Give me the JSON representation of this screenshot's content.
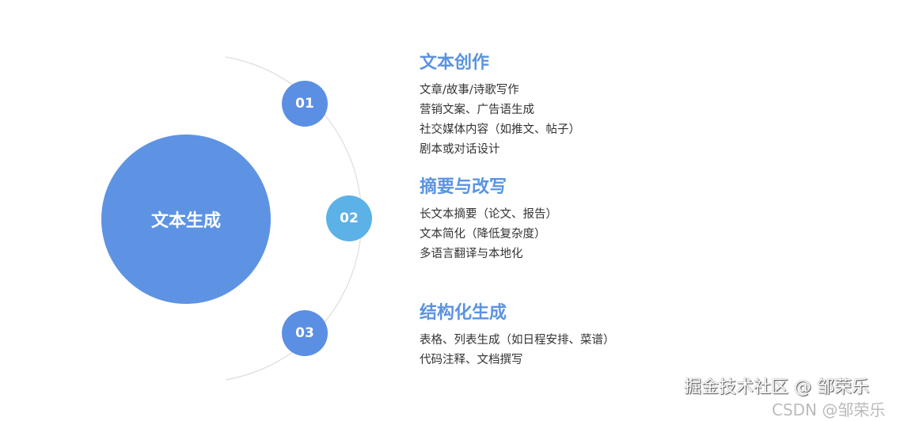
{
  "center": {
    "label": "文本生成",
    "color": "#5e93e4"
  },
  "sections": [
    {
      "number": "01",
      "color": "#5b8fe3",
      "title": "文本创作",
      "items": [
        "文章/故事/诗歌写作",
        "营销文案、广告语生成",
        "社交媒体内容（如推文、帖子）",
        "剧本或对话设计"
      ]
    },
    {
      "number": "02",
      "color": "#5cb2e6",
      "title": "摘要与改写",
      "items": [
        "长文本摘要（论文、报告）",
        "文本简化（降低复杂度）",
        "多语言翻译与本地化"
      ]
    },
    {
      "number": "03",
      "color": "#5b8fe3",
      "title": "结构化生成",
      "items": [
        "表格、列表生成（如日程安排、菜谱）",
        "代码注释、文档撰写"
      ]
    }
  ],
  "watermark": {
    "primary": "掘金技术社区 @ 邹荣乐",
    "secondary": "CSDN @邹荣乐"
  }
}
